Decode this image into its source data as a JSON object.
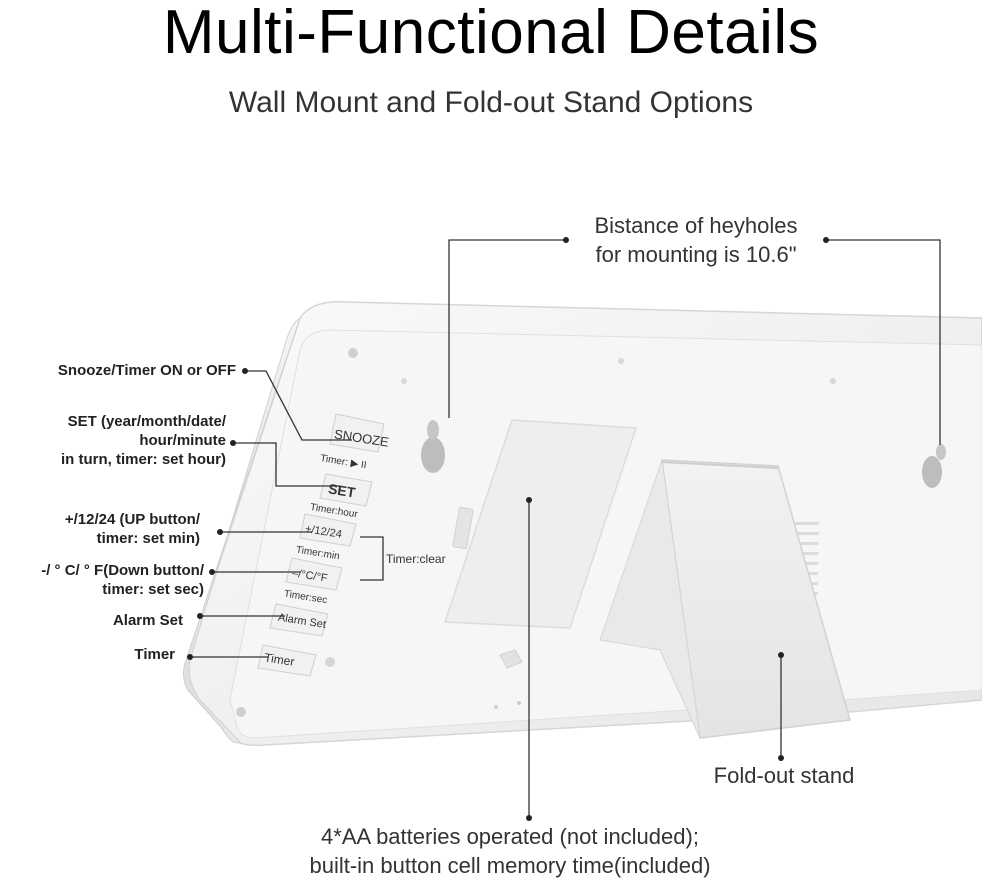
{
  "header": {
    "title": "Multi-Functional Details",
    "subtitle": "Wall Mount and Fold-out Stand Options"
  },
  "callouts": {
    "keyholes": [
      "Bistance of heyholes",
      "for mounting is 10.6\""
    ],
    "snooze": "Snooze/Timer ON or OFF",
    "set": [
      "SET (year/month/date/",
      "hour/minute",
      "in turn, timer: set hour)"
    ],
    "up": [
      "+/12/24 (UP button/",
      "timer: set min)"
    ],
    "down": [
      "-/ ° C/ ° F(Down button/",
      "timer: set sec)"
    ],
    "alarm": "Alarm Set",
    "timer": "Timer",
    "timer_clear": "Timer:clear",
    "stand": "Fold-out stand",
    "batteries": [
      "4*AA batteries operated (not included);",
      "built-in button cell memory time(included)"
    ]
  },
  "device_buttons": {
    "snooze": "SNOOZE",
    "snooze_sub": "Timer: ▶ II",
    "set": "SET",
    "set_sub": "Timer:hour",
    "up": "+/12/24",
    "up_sub": "Timer:min",
    "down": "–/°C/°F",
    "down_sub": "Timer:sec",
    "alarm": "Alarm Set",
    "timer": "Timer"
  }
}
